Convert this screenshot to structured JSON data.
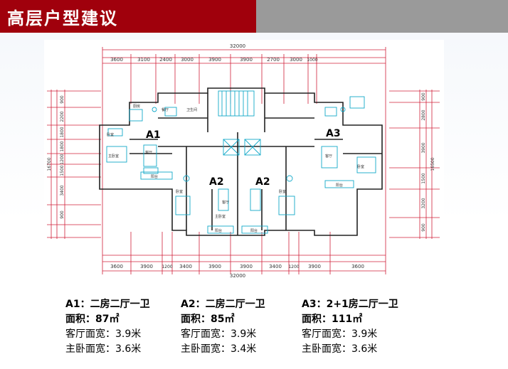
{
  "header": {
    "title": "高层户型建议"
  },
  "plan": {
    "top_total": "32000",
    "bottom_total": "32000",
    "top_dims": [
      "3600",
      "3100",
      "2400",
      "3000",
      "3900",
      "3900",
      "2700",
      "3000",
      "1000"
    ],
    "bottom_dims": [
      "3600",
      "3900",
      "1200",
      "3400",
      "3900",
      "3900",
      "3400",
      "1200",
      "3900",
      "3600"
    ],
    "left_dims": [
      "900",
      "2200",
      "1800",
      "1800",
      "1200",
      "1500",
      "3400",
      "900"
    ],
    "left_total": "16700",
    "right_dims": [
      "900",
      "2800",
      "3900",
      "1500",
      "3200",
      "900"
    ],
    "right_total": "16500",
    "unit_labels": [
      "A1",
      "A2",
      "A2",
      "A3"
    ],
    "room_labels": [
      "阳台",
      "阳台",
      "阳台",
      "阳台",
      "卧室",
      "主卧室",
      "客厅",
      "餐厅",
      "厨房",
      "卫生间",
      "卧室",
      "主卧室",
      "客厅",
      "卧室",
      "客厅",
      "卧室"
    ]
  },
  "specs": [
    {
      "name": "A1：二房二厅一卫",
      "area": "面积：87㎡",
      "living": "客厅面宽：3.9米",
      "master": "主卧面宽：3.6米"
    },
    {
      "name": "A2：二房二厅一卫",
      "area": "面积：85㎡",
      "living": "客厅面宽：3.9米",
      "master": "主卧面宽：3.4米"
    },
    {
      "name": "A3：2+1房二厅一卫",
      "area": "面积：111㎡",
      "living": "客厅面宽：3.9米",
      "master": "主卧面宽：3.6米"
    }
  ]
}
